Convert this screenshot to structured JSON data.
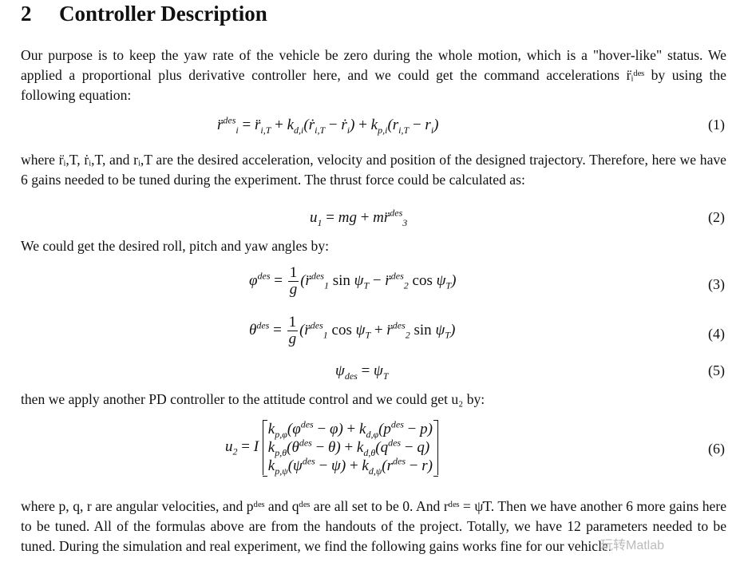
{
  "section": {
    "number": "2",
    "title": "Controller Description"
  },
  "para1": "Our purpose is to keep the yaw rate of the vehicle be zero during the whole motion, which is a \"hover-like\" status. We applied a proportional plus derivative controller here, and we could get the command accelerations r̈ᵢᵈᵉˢ by using the following equation:",
  "eq1": {
    "tag": "(1)"
  },
  "para2": "where r̈ᵢ,T, ṙᵢ,T, and rᵢ,T are the desired acceleration, velocity and position of the designed trajectory. Therefore, here we have 6 gains needed to be tuned during the experiment. The thrust force could be calculated as:",
  "eq2": {
    "tag": "(2)"
  },
  "para3": "We could get the desired roll, pitch and yaw angles by:",
  "eq3": {
    "tag": "(3)"
  },
  "eq4": {
    "tag": "(4)"
  },
  "eq5": {
    "tag": "(5)"
  },
  "para4": "then we apply another PD controller to the attitude control and we could get u₂ by:",
  "eq6": {
    "tag": "(6)"
  },
  "para5": "where p, q, r are angular velocities, and pᵈᵉˢ and qᵈᵉˢ are all set to be 0. And rᵈᵉˢ = ψ̇T. Then we have another 6 more gains here to be tuned. All of the formulas above are from the handouts of the project. Totally, we have 12 parameters needed to be tuned. During the simulation and real experiment, we find the following gains works fine for our vehicle.",
  "watermark": "玩转Matlab"
}
